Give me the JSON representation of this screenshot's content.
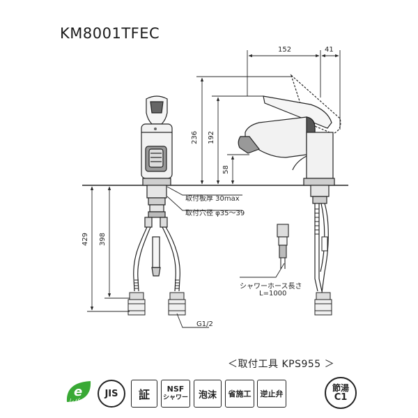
{
  "title": "KM8001TFEC",
  "dimensions": {
    "top_width": "152",
    "top_right": "41",
    "total_height": "236",
    "spout_height": "192",
    "outlet_height": "58",
    "below_total": "429",
    "below_inner": "398"
  },
  "notes": {
    "plate_thickness": "取付板厚 30max",
    "hole_diameter": "取付穴径 φ35～39",
    "hose_length_label": "シャワーホース長さ",
    "hose_length_value": "L=1000",
    "thread": "G1/2"
  },
  "tool_note": "＜取付工具 KPS955 ＞",
  "badges": {
    "eco_lever": "レバー",
    "jis": "JIS",
    "certificate": "証",
    "nsf_top": "NSF",
    "nsf_bottom": "シャワー",
    "foam": "泡沫",
    "labor_saving": "省施工",
    "check_valve": "逆止弁",
    "hot_saving_top": "節湯",
    "hot_saving_bottom": "C1"
  },
  "colors": {
    "line": "#222222",
    "fill_light": "#f2f2f2",
    "fill_mid": "#cfcfcf",
    "fill_dark": "#555555",
    "eco_green": "#39a935"
  }
}
